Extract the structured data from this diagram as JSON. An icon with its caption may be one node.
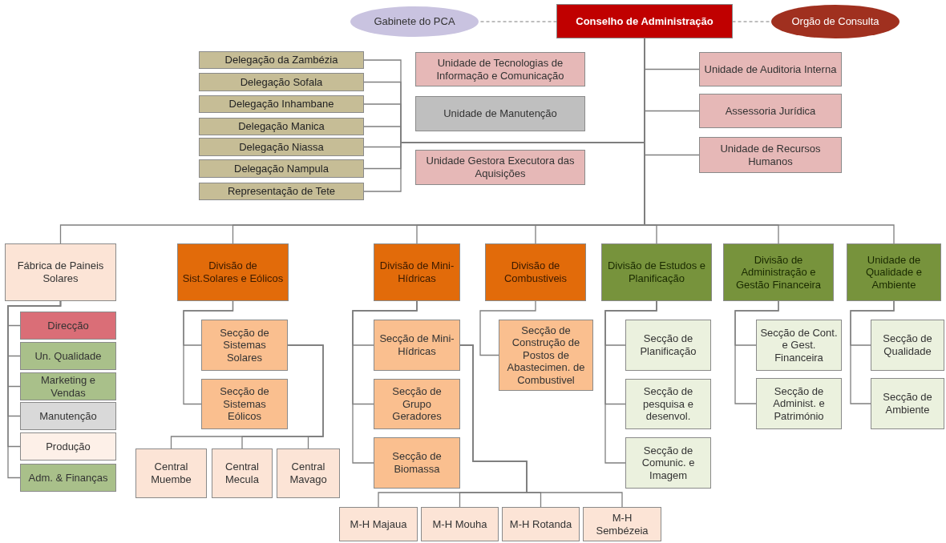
{
  "diagram": {
    "nodes": [
      {
        "text": [
          "Conselho de Administração"
        ]
      },
      {
        "text": [
          "Gabinete do PCA"
        ]
      },
      {
        "text": [
          "Orgão de Consulta"
        ]
      },
      {
        "text": [
          "Delegação da Zambézia"
        ]
      },
      {
        "text": [
          "Delegação Sofala"
        ]
      },
      {
        "text": [
          "Delegação Inhambane"
        ]
      },
      {
        "text": [
          "Delegação Manica"
        ]
      },
      {
        "text": [
          "Delegação Niassa"
        ]
      },
      {
        "text": [
          "Delegação Nampula"
        ]
      },
      {
        "text": [
          "Representação de Tete"
        ]
      },
      {
        "text": [
          "Unidade de Tecnologias de Informação e Comunicação"
        ]
      },
      {
        "text": [
          "Unidade de Manutenção"
        ]
      },
      {
        "text": [
          "Unidade Gestora Executora das Aquisições"
        ]
      },
      {
        "text": [
          "Unidade de Auditoria Interna"
        ]
      },
      {
        "text": [
          "Assessoria Jurídica"
        ]
      },
      {
        "text": [
          "Unidade de Recursos Humanos"
        ]
      },
      {
        "text": [
          "Fábrica de Paineis Solares"
        ]
      },
      {
        "text": [
          "Direcção"
        ]
      },
      {
        "text": [
          "Un. Qualidade"
        ]
      },
      {
        "text": [
          "Marketing e Vendas"
        ]
      },
      {
        "text": [
          "Manutenção"
        ]
      },
      {
        "text": [
          "Produção"
        ]
      },
      {
        "text": [
          "Adm. & Finanças"
        ]
      },
      {
        "text": [
          "Divisão de Sist.Solares e Eólicos"
        ]
      },
      {
        "text": [
          "Secção de Sistemas Solares"
        ]
      },
      {
        "text": [
          "Secção de Sistemas Eólicos"
        ]
      },
      {
        "text": [
          "Central Muembe"
        ]
      },
      {
        "text": [
          "Central Mecula"
        ]
      },
      {
        "text": [
          "Central Mavago"
        ]
      },
      {
        "text": [
          "Divisão de Mini-Hídricas"
        ]
      },
      {
        "text": [
          "Secção de Mini-Hídricas"
        ]
      },
      {
        "text": [
          "Secção de Grupo Geradores"
        ]
      },
      {
        "text": [
          "Secção de Biomassa"
        ]
      },
      {
        "text": [
          "M-H Majaua"
        ]
      },
      {
        "text": [
          "M-H Mouha"
        ]
      },
      {
        "text": [
          "M-H Rotanda"
        ]
      },
      {
        "text": [
          "M-H Sembézeia"
        ]
      },
      {
        "text": [
          "Divisão de Combustiveis"
        ]
      },
      {
        "text": [
          "Secção de Construção de Postos de Abastecimen. de Combustivel"
        ]
      },
      {
        "text": [
          "Divisão de Estudos e Planificação"
        ]
      },
      {
        "text": [
          "Secção de Planificação"
        ]
      },
      {
        "text": [
          "Secção de pesquisa e desenvol."
        ]
      },
      {
        "text": [
          "Secção de Comunic. e Imagem"
        ]
      },
      {
        "text": [
          "Divisão de Administração e Gestão Financeira"
        ]
      },
      {
        "text": [
          "Secção de Cont. e Gest. Financeira"
        ]
      },
      {
        "text": [
          "Secção de Administ. e Património"
        ]
      },
      {
        "text": [
          "Unidade de Qualidade e Ambiente"
        ]
      },
      {
        "text": [
          "Secção de Qualidade"
        ]
      },
      {
        "text": [
          "Secção de Ambiente"
        ]
      }
    ],
    "edges": [
      {
        "from": 0,
        "to": 1,
        "arrow": "none",
        "style": "dashed"
      },
      {
        "from": 0,
        "to": 2,
        "arrow": "none",
        "style": "dashed"
      },
      {
        "from": 0,
        "to": 3,
        "arrow": "none"
      },
      {
        "from": 0,
        "to": 4,
        "arrow": "none"
      },
      {
        "from": 0,
        "to": 5,
        "arrow": "none"
      },
      {
        "from": 0,
        "to": 6,
        "arrow": "none"
      },
      {
        "from": 0,
        "to": 7,
        "arrow": "none"
      },
      {
        "from": 0,
        "to": 8,
        "arrow": "none"
      },
      {
        "from": 0,
        "to": 9,
        "arrow": "none"
      },
      {
        "from": 0,
        "to": 13,
        "arrow": "none"
      },
      {
        "from": 0,
        "to": 14,
        "arrow": "none"
      },
      {
        "from": 0,
        "to": 15,
        "arrow": "none"
      },
      {
        "from": 0,
        "to": 16,
        "arrow": "none"
      },
      {
        "from": 0,
        "to": 23,
        "arrow": "none"
      },
      {
        "from": 0,
        "to": 29,
        "arrow": "none"
      },
      {
        "from": 0,
        "to": 37,
        "arrow": "none"
      },
      {
        "from": 0,
        "to": 39,
        "arrow": "none"
      },
      {
        "from": 0,
        "to": 43,
        "arrow": "none"
      },
      {
        "from": 0,
        "to": 46,
        "arrow": "none"
      },
      {
        "from": 16,
        "to": 17,
        "arrow": "none"
      },
      {
        "from": 16,
        "to": 18,
        "arrow": "none"
      },
      {
        "from": 16,
        "to": 19,
        "arrow": "none"
      },
      {
        "from": 16,
        "to": 20,
        "arrow": "none"
      },
      {
        "from": 16,
        "to": 21,
        "arrow": "none"
      },
      {
        "from": 16,
        "to": 22,
        "arrow": "none"
      },
      {
        "from": 23,
        "to": 24,
        "arrow": "none"
      },
      {
        "from": 23,
        "to": 25,
        "arrow": "none"
      },
      {
        "from": 24,
        "to": 26,
        "arrow": "none"
      },
      {
        "from": 24,
        "to": 27,
        "arrow": "none"
      },
      {
        "from": 24,
        "to": 28,
        "arrow": "none"
      },
      {
        "from": 29,
        "to": 30,
        "arrow": "none"
      },
      {
        "from": 29,
        "to": 31,
        "arrow": "none"
      },
      {
        "from": 29,
        "to": 32,
        "arrow": "none"
      },
      {
        "from": 30,
        "to": 33,
        "arrow": "none"
      },
      {
        "from": 30,
        "to": 34,
        "arrow": "none"
      },
      {
        "from": 30,
        "to": 35,
        "arrow": "none"
      },
      {
        "from": 30,
        "to": 36,
        "arrow": "none"
      },
      {
        "from": 37,
        "to": 38,
        "arrow": "none"
      },
      {
        "from": 39,
        "to": 40,
        "arrow": "none"
      },
      {
        "from": 39,
        "to": 41,
        "arrow": "none"
      },
      {
        "from": 39,
        "to": 42,
        "arrow": "none"
      },
      {
        "from": 43,
        "to": 44,
        "arrow": "none"
      },
      {
        "from": 43,
        "to": 45,
        "arrow": "none"
      },
      {
        "from": 46,
        "to": 47,
        "arrow": "none"
      },
      {
        "from": 46,
        "to": 48,
        "arrow": "none"
      }
    ]
  }
}
